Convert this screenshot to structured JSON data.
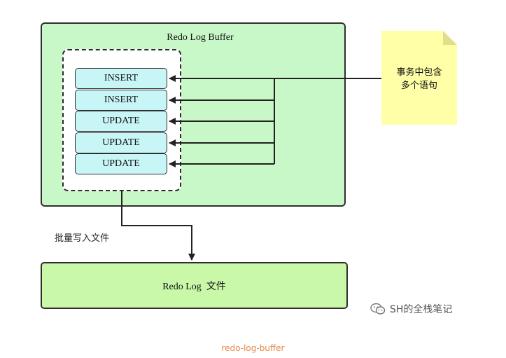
{
  "buffer": {
    "title": "Redo Log Buffer",
    "statements": [
      "INSERT",
      "INSERT",
      "UPDATE",
      "UPDATE",
      "UPDATE"
    ]
  },
  "note": {
    "text": "事务中包含\n多个语句"
  },
  "flow": {
    "write_label": "批量写入文件"
  },
  "file_box": {
    "label": "Redo Log  文件"
  },
  "watermark": {
    "icon": "wechat-icon",
    "text": "SH的全栈笔记"
  },
  "caption": "redo-log-buffer",
  "colors": {
    "buffer_fill": "#c8f8c8",
    "statement_fill": "#c8f6f6",
    "note_fill": "#ffffa8",
    "file_fill": "#c8f8a8",
    "caption": "#e8874a"
  }
}
